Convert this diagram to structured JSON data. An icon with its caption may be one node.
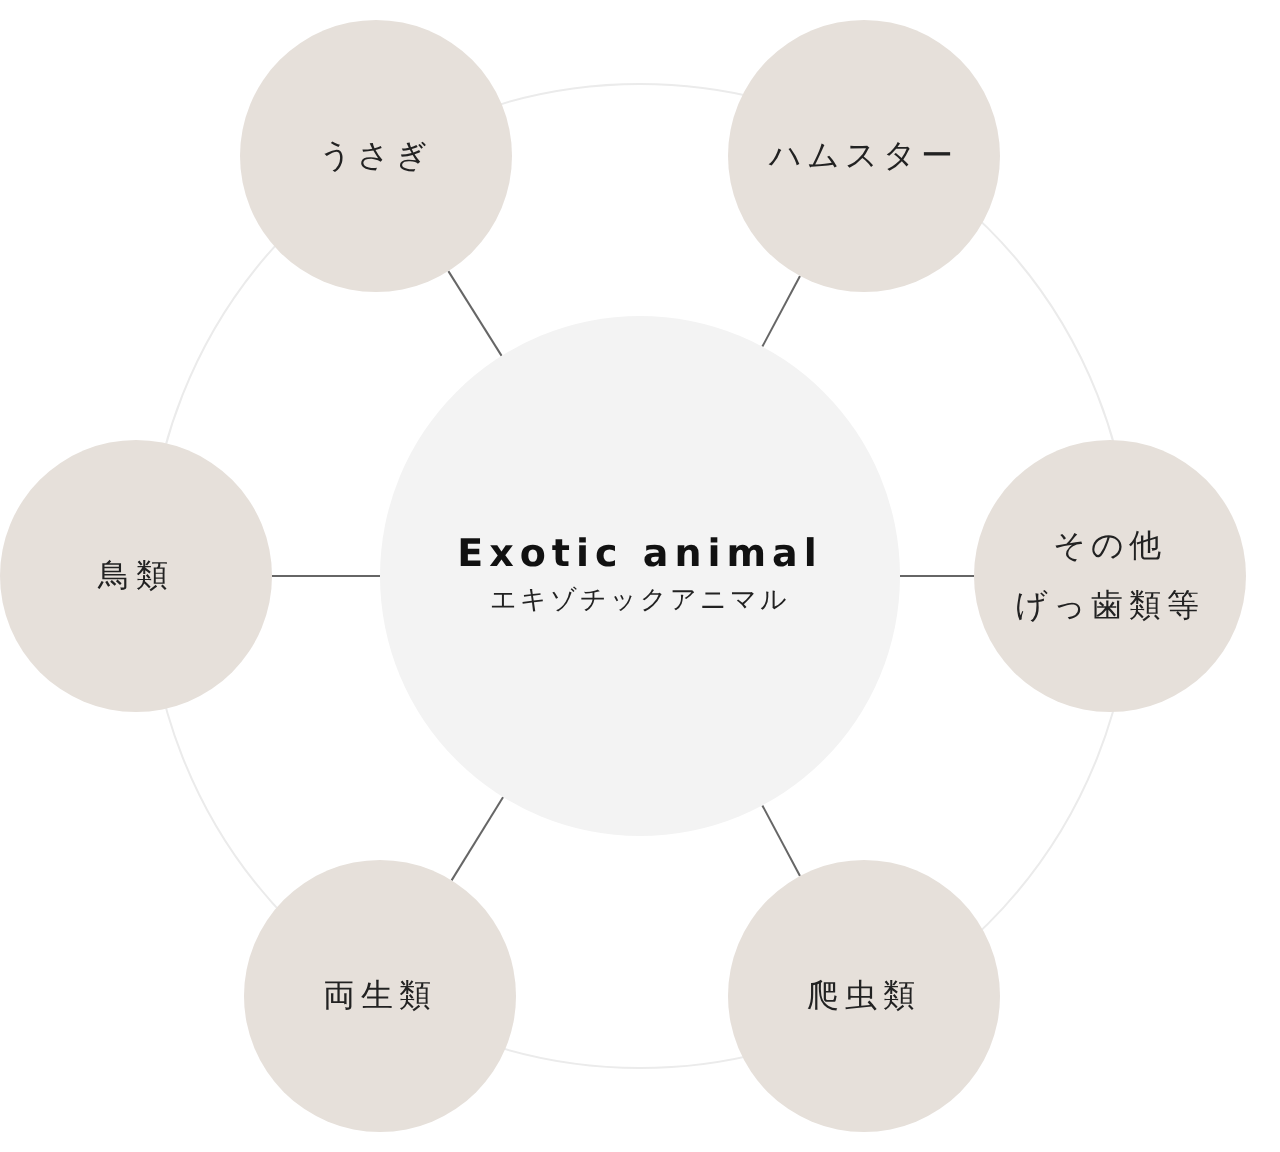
{
  "diagram": {
    "nodes": [
      {
        "text": [
          "Exotic animal",
          "エキゾチックアニマル"
        ]
      },
      {
        "text": [
          "うさぎ"
        ]
      },
      {
        "text": [
          "ハムスター"
        ]
      },
      {
        "text": [
          "鳥類"
        ]
      },
      {
        "text": [
          "その他",
          "げっ歯類等"
        ]
      },
      {
        "text": [
          "両生類"
        ]
      },
      {
        "text": [
          "爬虫類"
        ]
      }
    ],
    "edges": [
      {
        "from": 0,
        "to": 1,
        "arrow": "none"
      },
      {
        "from": 0,
        "to": 2,
        "arrow": "none"
      },
      {
        "from": 0,
        "to": 3,
        "arrow": "none"
      },
      {
        "from": 0,
        "to": 4,
        "arrow": "none"
      },
      {
        "from": 0,
        "to": 5,
        "arrow": "none"
      },
      {
        "from": 0,
        "to": 6,
        "arrow": "none"
      }
    ]
  }
}
